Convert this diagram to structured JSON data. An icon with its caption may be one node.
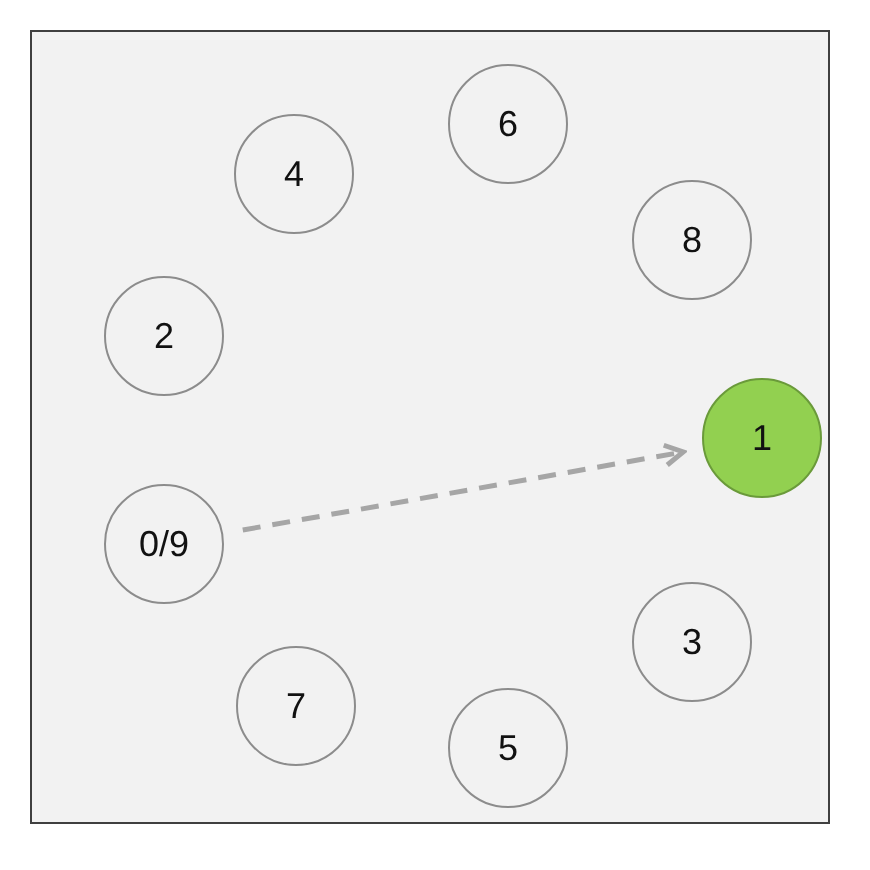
{
  "diagram": {
    "nodes": [
      {
        "text": [
          "4"
        ]
      },
      {
        "text": [
          "6"
        ]
      },
      {
        "text": [
          "8"
        ]
      },
      {
        "text": [
          "2"
        ]
      },
      {
        "text": [
          "1"
        ]
      },
      {
        "text": [
          "0/9"
        ]
      },
      {
        "text": [
          "3"
        ]
      },
      {
        "text": [
          "7"
        ]
      },
      {
        "text": [
          "5"
        ]
      }
    ],
    "edges": [
      {
        "from": 5,
        "to": 4,
        "arrow": "to",
        "style": "dashed"
      }
    ]
  }
}
